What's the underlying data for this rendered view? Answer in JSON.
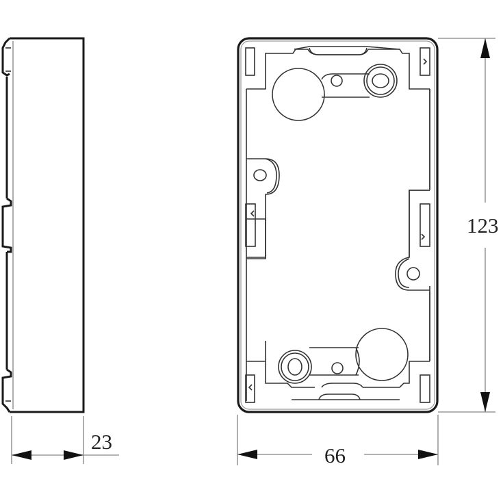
{
  "drawing": {
    "type": "technical-drawing",
    "subject": "surface-mount electrical box, double, side and front views",
    "views": [
      {
        "name": "side-view"
      },
      {
        "name": "front-view"
      }
    ],
    "dimensions": {
      "depth": {
        "value": "23"
      },
      "width": {
        "value": "66"
      },
      "height": {
        "value": "123"
      }
    },
    "colors": {
      "line": "#1a1a1a",
      "dimension_line": "#9a9a9a",
      "background": "#ffffff"
    }
  }
}
